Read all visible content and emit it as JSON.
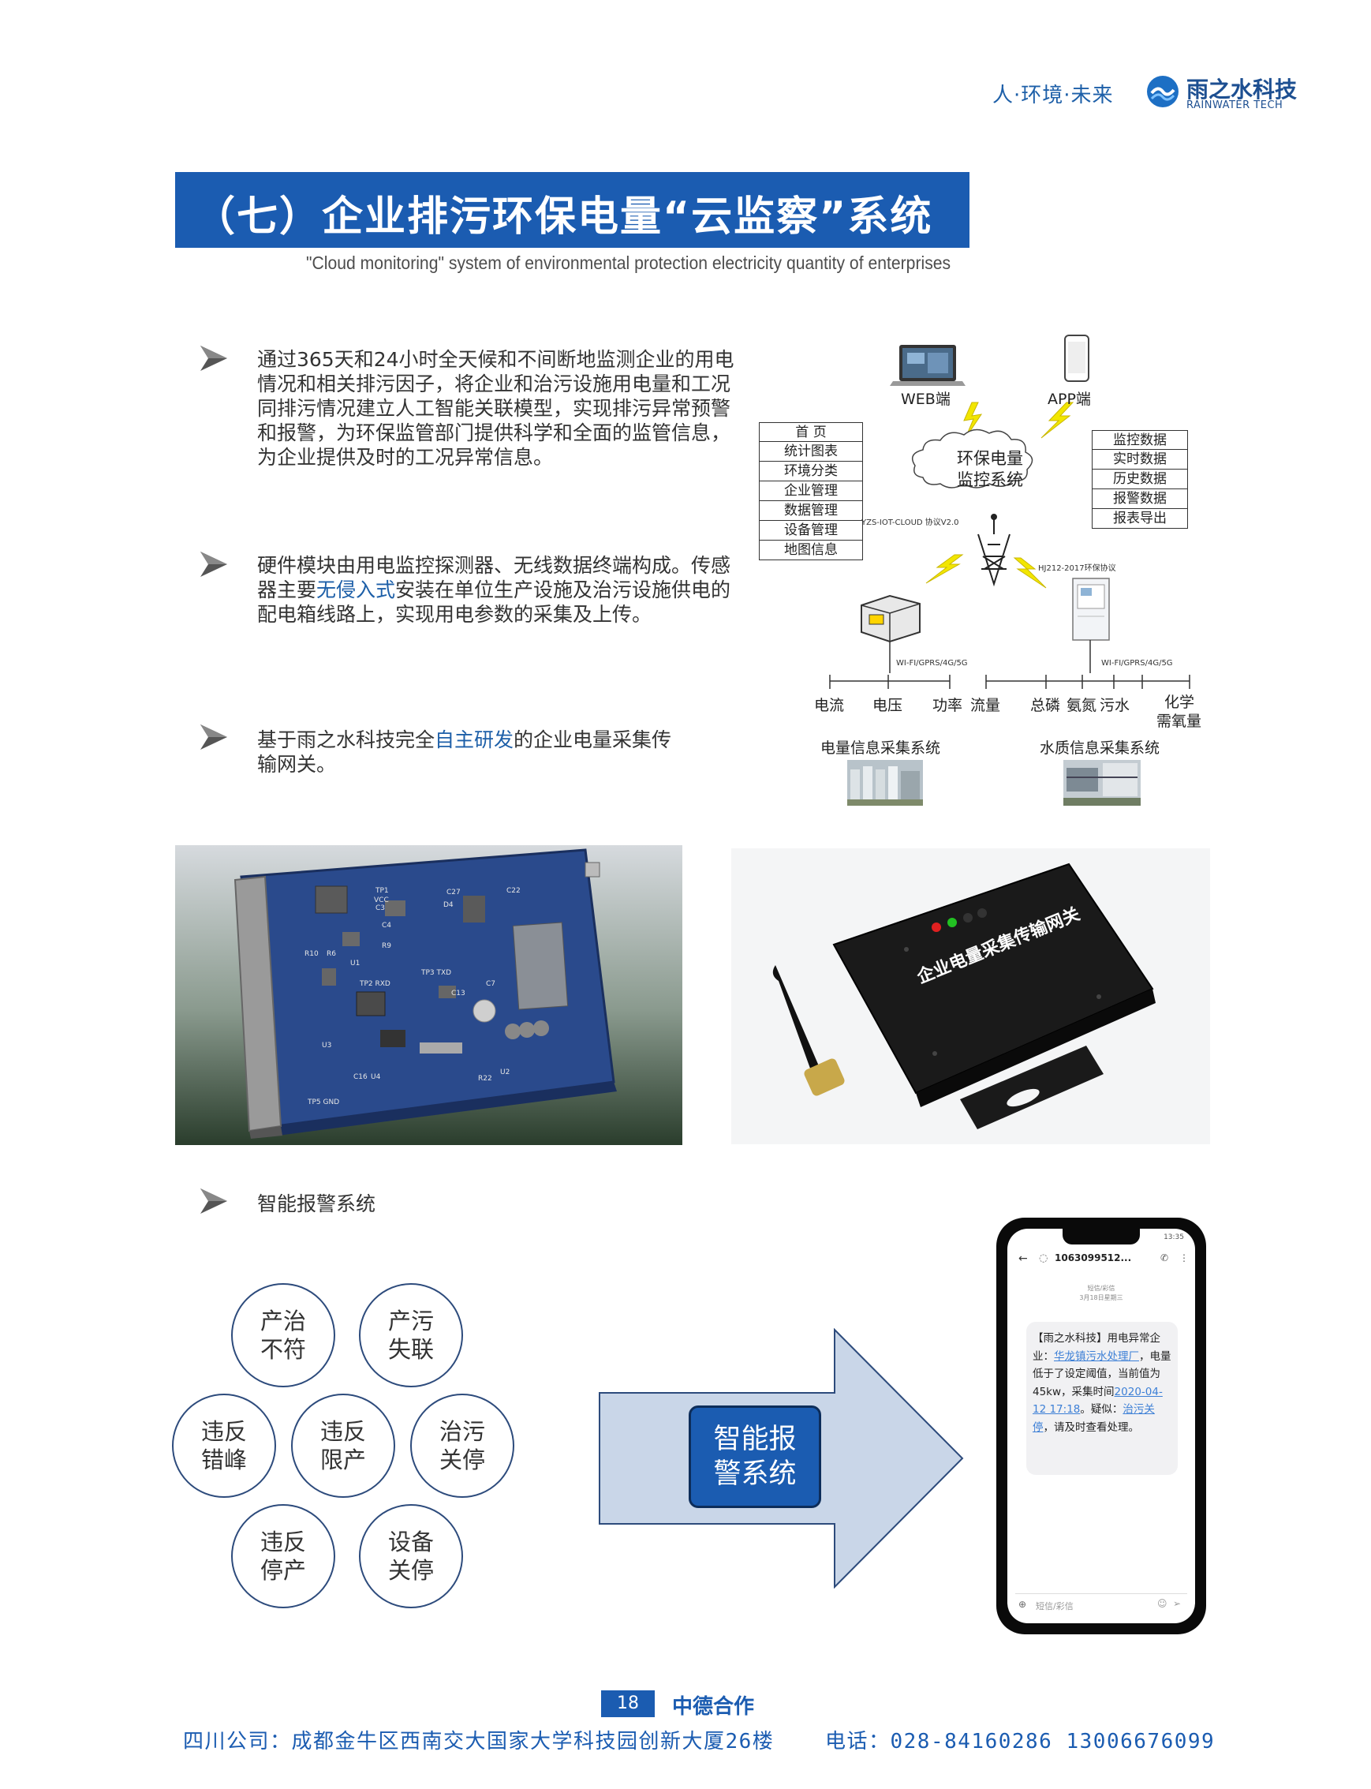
{
  "header": {
    "slogan": "人·环境·未来",
    "logo_cn": "雨之水科技",
    "logo_en": "RAINWATER TECH"
  },
  "title": {
    "cn": "（七）企业排污环保电量“云监察”系统",
    "en": "\"Cloud monitoring\" system of environmental protection electricity quantity of enterprises"
  },
  "bullets": [
    {
      "text": "通过365天和24小时全天候和不间断地监测企业的用电情况和相关排污因子，将企业和治污设施用电量和工况同排污情况建立人工智能关联模型，实现排污异常预警和报警，为环保监管部门提供科学和全面的监管信息，为企业提供及时的工况异常信息。"
    },
    {
      "text_before": "硬件模块由用电监控探测器、无线数据终端构成。传感器主要",
      "highlight": "无侵入式",
      "text_after": "安装在单位生产设施及治污设施供电的配电箱线路上，实现用电参数的采集及上传。"
    },
    {
      "text_before": "基于雨之水科技完全",
      "highlight": "自主研发",
      "text_after": "的企业电量采集传输网关。"
    },
    {
      "text": "智能报警系统"
    }
  ],
  "diagram": {
    "web_label": "WEB端",
    "app_label": "APP端",
    "cloud_line1": "环保电量",
    "cloud_line2": "监控系统",
    "left_menu": [
      "首 页",
      "统计图表",
      "环境分类",
      "企业管理",
      "数据管理",
      "设备管理",
      "地图信息"
    ],
    "right_menu": [
      "监控数据",
      "实时数据",
      "历史数据",
      "报警数据",
      "报表导出"
    ],
    "protocol_left": "YZS-IOT-CLOUD 协议V2.0",
    "protocol_right": "HJ212-2017环保协议",
    "network_left": "WI-FI/GPRS/4G/5G",
    "network_right": "WI-FI/GPRS/4G/5G",
    "params_left": [
      "电流",
      "电压",
      "功率"
    ],
    "params_right": [
      "流量",
      "总磷",
      "氨氮",
      "污水",
      "化学",
      "需氧量"
    ],
    "system_left": "电量信息采集系统",
    "system_right": "水质信息采集系统"
  },
  "gateway": {
    "device_label": "企业电量采集传输网关"
  },
  "alarm": {
    "nodes": [
      {
        "label": "产治不符"
      },
      {
        "label": "产污失联"
      },
      {
        "label": "违反错峰"
      },
      {
        "label": "违反限产"
      },
      {
        "label": "治污关停"
      },
      {
        "label": "违反停产"
      },
      {
        "label": "设备关停"
      }
    ],
    "center": "智能报警系统"
  },
  "phone": {
    "status_time": "13:35",
    "sender": "1063099512...",
    "sub1": "短信/彩信",
    "sub2": "3月18日星期三",
    "msg_head": "【雨之水科技】用电异常",
    "msg_company_label": "企业：",
    "msg_company": "华龙镇污水处理厂",
    "msg_body1": "，电量低于了设定阈值，当前值为 45kw，采集时间",
    "msg_time": "2020-04-12 17:18",
    "msg_body2": "。疑似：",
    "msg_suspect": "治污关停",
    "msg_body3": "，请及时查看处理。",
    "input_placeholder": "短信/彩信"
  },
  "footer": {
    "page": "18",
    "coop": "中德合作",
    "address": "四川公司：成都金牛区西南交大国家大学科技园创新大厦26楼",
    "phone": "电话：028-84160286  13006676099"
  },
  "colors": {
    "brand_blue": "#1b5cb1",
    "dark_navy": "#2d4b7c",
    "arrow_fill": "#c9d6e8",
    "pcb_blue": "#2a4a8c"
  }
}
